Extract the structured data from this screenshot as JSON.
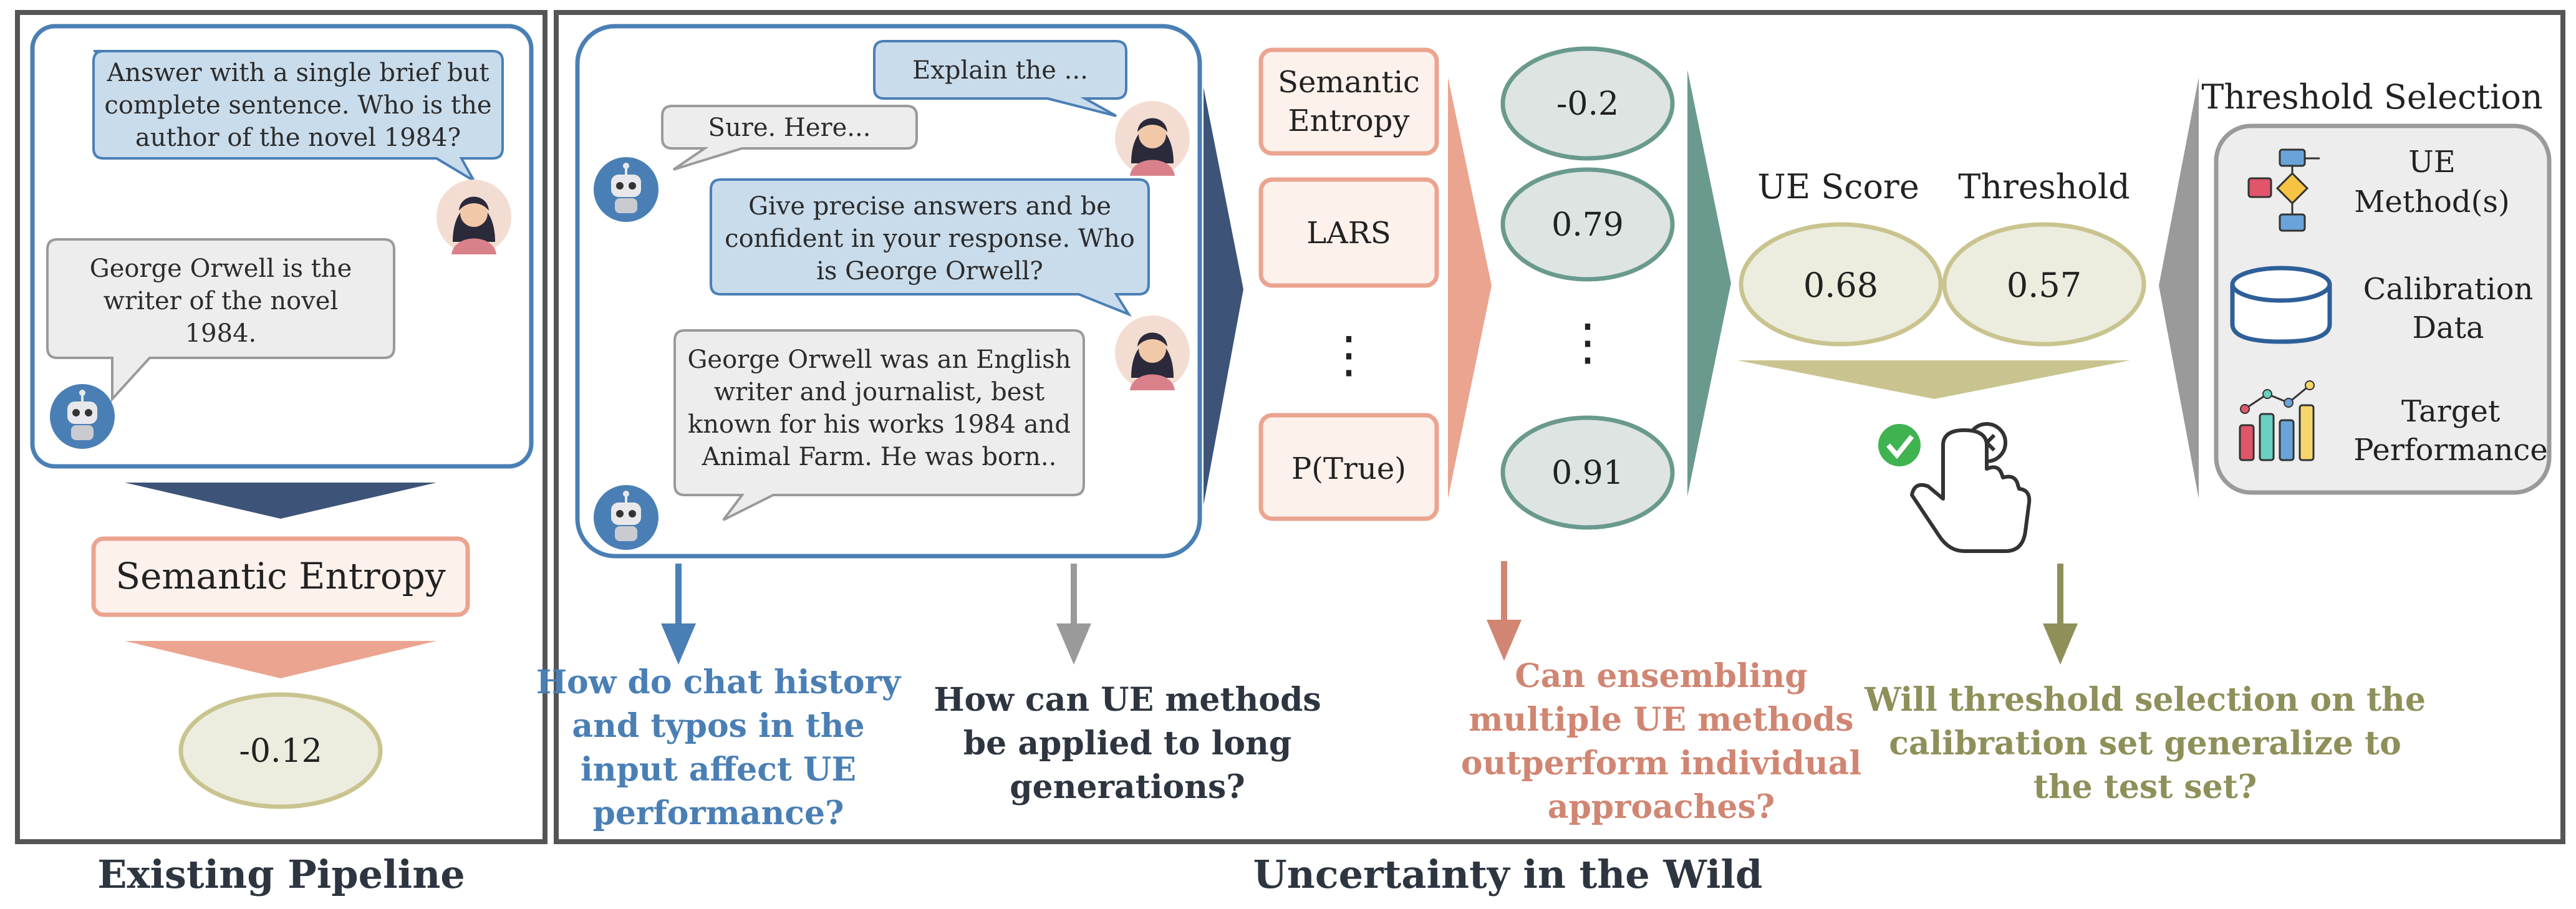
{
  "captions": {
    "left": "Existing Pipeline",
    "right": "Uncertainty in the Wild"
  },
  "existing": {
    "user_lines": [
      "Answer with a single brief but",
      "complete sentence. Who is the",
      "author of the novel 1984?"
    ],
    "bot_lines": [
      "George Orwell is the",
      "writer of the  novel",
      "1984."
    ],
    "method": "Semantic Entropy",
    "score": "-0.12"
  },
  "chat": {
    "user1": "Explain the ...",
    "bot1": "Sure. Here...",
    "user2_lines": [
      "Give precise answers and be",
      "confident in your response. Who",
      "is George Orwell?"
    ],
    "bot2_lines": [
      "George Orwell was an English",
      "writer and journalist, best",
      "known for his works 1984 and",
      "Animal Farm. He was born.."
    ]
  },
  "methods": {
    "items": [
      [
        "Semantic",
        "Entropy"
      ],
      [
        "LARS"
      ],
      [
        "P(True)"
      ]
    ],
    "ellipsis": "⋮"
  },
  "scores": {
    "values": [
      "-0.2",
      "0.79",
      "0.91"
    ],
    "ellipsis": "⋮"
  },
  "decision": {
    "ue_label": "UE Score",
    "ue_value": "0.68",
    "threshold_label": "Threshold",
    "threshold_value": "0.57"
  },
  "threshold_selection": {
    "title": "Threshold Selection",
    "items": [
      {
        "lines": [
          "UE",
          "Method(s)"
        ],
        "icon": "flowchart-icon"
      },
      {
        "lines": [
          "Calibration",
          "Data"
        ],
        "icon": "database-icon"
      },
      {
        "lines": [
          "Target",
          "Performance"
        ],
        "icon": "bar-chart-icon"
      }
    ]
  },
  "questions": [
    {
      "lines": [
        "How do chat history",
        "and typos in the",
        "input affect UE",
        "performance?"
      ],
      "color": "#4a7fb5"
    },
    {
      "lines": [
        "How can UE methods",
        "be applied to long",
        "generations?"
      ],
      "color": "#2d3540"
    },
    {
      "lines": [
        "Can ensembling",
        "multiple UE methods",
        "outperform individual",
        "approaches?"
      ],
      "color": "#d08672"
    },
    {
      "lines": [
        "Will threshold selection on the",
        "calibration set generalize to",
        "the test set?"
      ],
      "color": "#8f8f5a"
    }
  ],
  "colors": {
    "blue": "#4a7fb5",
    "navy": "#3d5478",
    "salmon": "#eba48f",
    "teal": "#6a9a8d",
    "khaki": "#c9c48f",
    "gray": "#9a9a9a"
  }
}
